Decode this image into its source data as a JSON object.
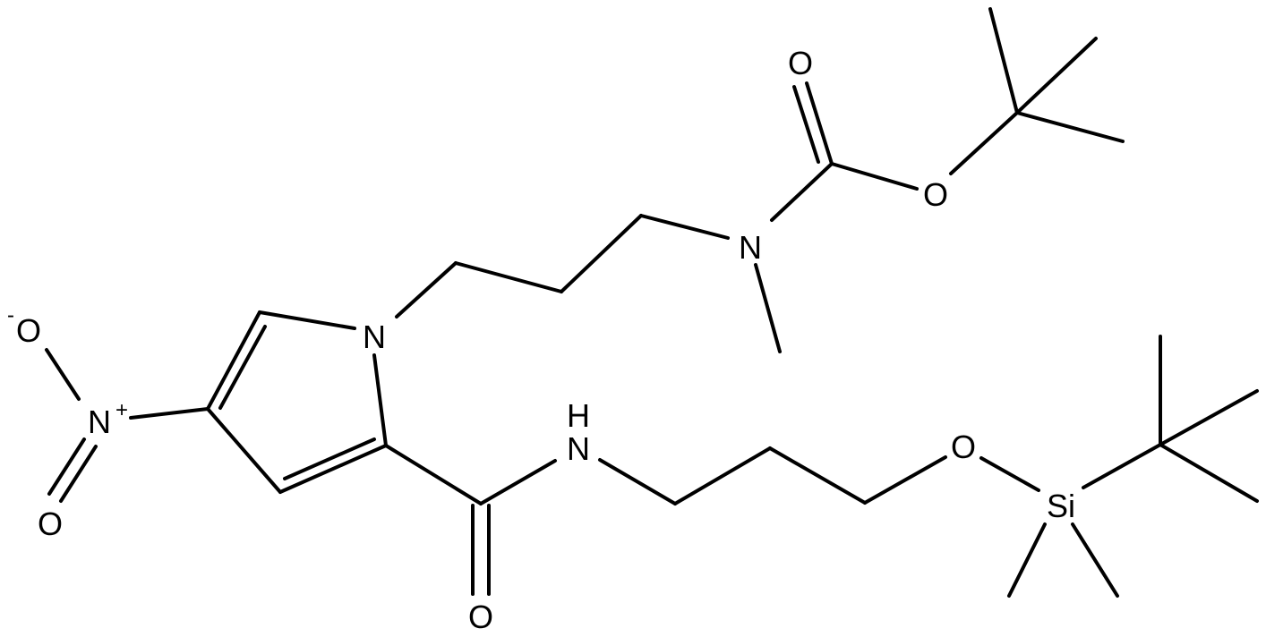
{
  "molecule": {
    "atom_labels": {
      "o_top": "O",
      "o_ester": "O",
      "n_carbamate": "N",
      "n_pyrrole": "N",
      "n_nitro": "N",
      "n_nitro_charge": "+",
      "o_nitro_minus_charge": "-",
      "o_nitro_minus": "O",
      "o_nitro": "O",
      "n_amide_h": "H",
      "n_amide": "N",
      "o_amide": "O",
      "o_silyl": "O",
      "si": "Si"
    }
  }
}
